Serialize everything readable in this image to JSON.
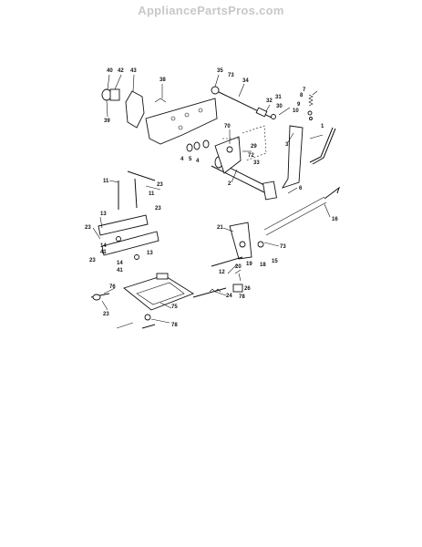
{
  "watermark": "AppliancePartsPros.com",
  "callouts": [
    "40",
    "42",
    "43",
    "38",
    "39",
    "35",
    "73",
    "34",
    "32",
    "31",
    "30",
    "7",
    "8",
    "9",
    "10",
    "1",
    "3",
    "70",
    "29",
    "72",
    "33",
    "4",
    "5",
    "6",
    "2",
    "11",
    "23",
    "13",
    "21",
    "16",
    "73",
    "19",
    "18",
    "15",
    "20",
    "12",
    "24",
    "26",
    "78",
    "76",
    "75",
    "41",
    "14"
  ]
}
